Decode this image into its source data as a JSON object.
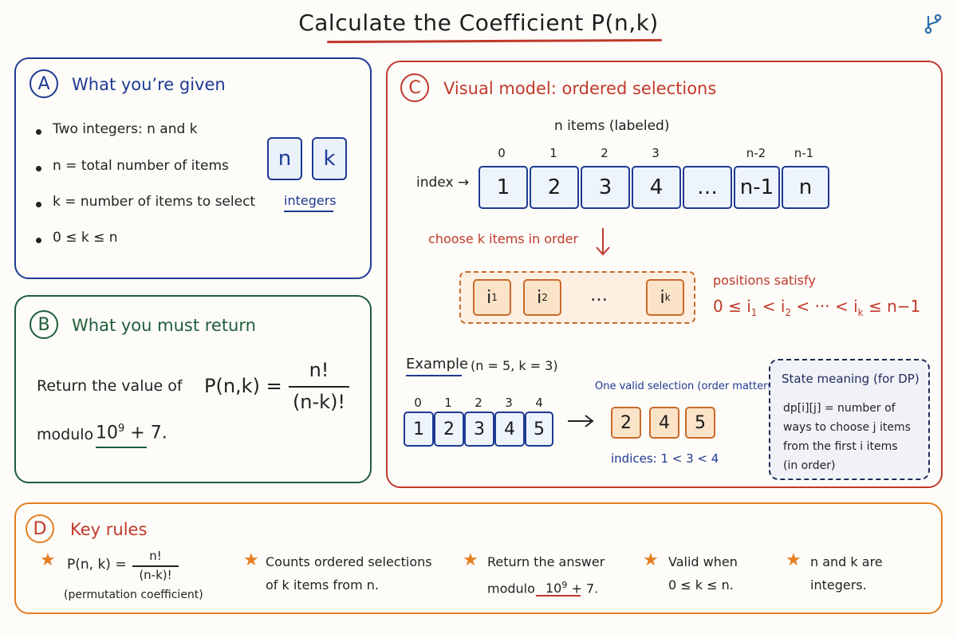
{
  "title": "Calculate the Coefficient  P(n,k)",
  "panel_a": {
    "badge": "A",
    "title": "What you’re given",
    "bullets": [
      "Two integers: n and k",
      "n = total number of items",
      "k = number of items to select",
      "0 ≤ k ≤ n"
    ],
    "box_n": "n",
    "box_k": "k",
    "integers_label": "integers"
  },
  "panel_b": {
    "badge": "B",
    "title": "What you must return",
    "return_text": "Return the value of",
    "formula_lhs": "P(n,k) =",
    "formula_num": "n!",
    "formula_den": "(n-k)!",
    "modulo_text": "modulo",
    "mod_base": "10",
    "mod_exp": "9",
    "mod_rest": "+ 7."
  },
  "panel_c": {
    "badge": "C",
    "title": "Visual model: ordered selections",
    "items_label": "n  items  (labeled)",
    "index_label": "index →",
    "indices": [
      "0",
      "1",
      "2",
      "3",
      "n-2",
      "n-1"
    ],
    "cells": [
      "1",
      "2",
      "3",
      "4",
      "…",
      "n-1",
      "n"
    ],
    "choose_label": "choose  k  items  in  order",
    "sel_i": "i",
    "sel_sub": [
      "1",
      "2",
      "k"
    ],
    "sel_dots": "…",
    "positions_label": "positions  satisfy",
    "inequality": {
      "p0": "0 ≤ i",
      "s1": "1",
      "p1": " < i",
      "s2": "2",
      "p2": " < ··· < i",
      "sk": "k",
      "p3": " ≤ n−1"
    },
    "example_label": "Example",
    "example_params": "(n = 5, k = 3)",
    "ex_indices": [
      "0",
      "1",
      "2",
      "3",
      "4"
    ],
    "ex_cells": [
      "1",
      "2",
      "3",
      "4",
      "5"
    ],
    "valid_label": "One valid selection (order matters)",
    "valid_cells": [
      "2",
      "4",
      "5"
    ],
    "indices_label": "indices:  1 < 3 < 4",
    "state_title": "State meaning  (for DP)",
    "state_lines": [
      "dp[i][j] = number of",
      "ways to choose j items",
      "from the first i items",
      "(in order)"
    ]
  },
  "panel_d": {
    "badge": "D",
    "title": "Key rules",
    "rule1_lhs": "P(n, k) =",
    "rule1_num": "n!",
    "rule1_den": "(n-k)!",
    "rule1_note": "(permutation coefficient)",
    "rule2": [
      "Counts ordered selections",
      "of k items from n."
    ],
    "rule3_line1": "Return the answer",
    "rule3_mod": "modulo",
    "rule3_base": "10",
    "rule3_exp": "9",
    "rule3_rest": "+ 7.",
    "rule4": [
      "Valid when",
      "0 ≤ k ≤ n."
    ],
    "rule5": [
      "n and k are",
      "integers."
    ]
  },
  "icons": {
    "top_right": "branch-icon",
    "star": "star-icon",
    "arrow": "arrow-right-icon"
  },
  "colors": {
    "panel_a": "#1f3a93",
    "panel_b": "#1f5e3a",
    "panel_c": "#c0392b",
    "panel_d": "#e67e22"
  }
}
